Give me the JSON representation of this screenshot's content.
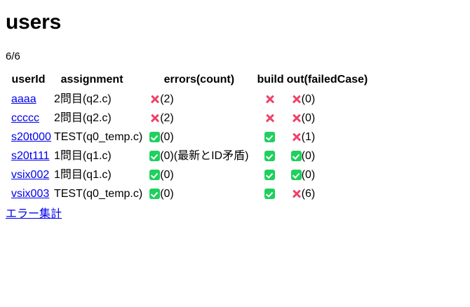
{
  "page": {
    "title": "users",
    "count": "6/6"
  },
  "table": {
    "headers": {
      "userid": "userId",
      "assignment": "assignment",
      "errors": "errors(count)",
      "build": "build",
      "out": "out(failedCase)"
    },
    "rows": [
      {
        "userId": "aaaa",
        "assignment": "2問目(q2.c)",
        "errors_status": "bad",
        "errors_count": "(2)",
        "errors_note": "",
        "build_status": "bad",
        "out_status": "bad",
        "out_count": "(0)"
      },
      {
        "userId": "ccccc",
        "assignment": "2問目(q2.c)",
        "errors_status": "bad",
        "errors_count": "(2)",
        "errors_note": "",
        "build_status": "bad",
        "out_status": "bad",
        "out_count": "(0)"
      },
      {
        "userId": "s20t000",
        "assignment": "TEST(q0_temp.c)",
        "errors_status": "ok",
        "errors_count": "(0)",
        "errors_note": "",
        "build_status": "ok",
        "out_status": "bad",
        "out_count": "(1)"
      },
      {
        "userId": "s20t111",
        "assignment": "1問目(q1.c)",
        "errors_status": "ok",
        "errors_count": "(0)",
        "errors_note": "(最新とID矛盾)",
        "build_status": "ok",
        "out_status": "ok",
        "out_count": "(0)"
      },
      {
        "userId": "vsix002",
        "assignment": "1問目(q1.c)",
        "errors_status": "ok",
        "errors_count": "(0)",
        "errors_note": "",
        "build_status": "ok",
        "out_status": "ok",
        "out_count": "(0)"
      },
      {
        "userId": "vsix003",
        "assignment": "TEST(q0_temp.c)",
        "errors_status": "ok",
        "errors_count": "(0)",
        "errors_note": "",
        "build_status": "ok",
        "out_status": "bad",
        "out_count": "(6)"
      }
    ]
  },
  "footer": {
    "link_label": "エラー集計"
  },
  "colors": {
    "link": "#0000ee",
    "status_ok": "#1fd05e",
    "status_bad": "#ef4267",
    "text": "#000000",
    "background": "#ffffff"
  },
  "icons": {
    "ok": "check-square-icon",
    "bad": "cross-mark-icon"
  }
}
